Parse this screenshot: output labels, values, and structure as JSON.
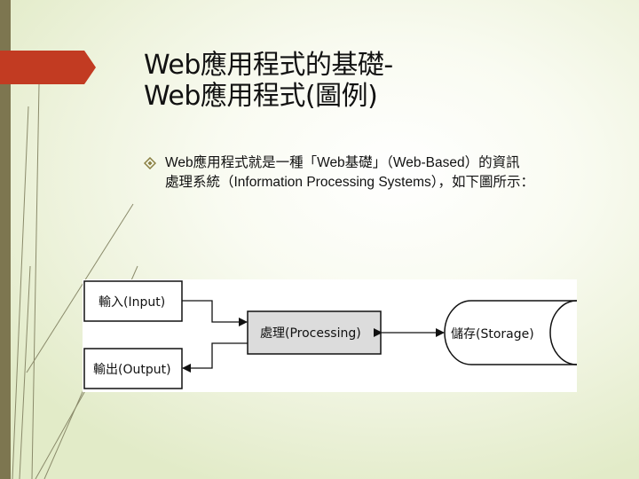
{
  "slide": {
    "title_line1": "Web應用程式的基礎-",
    "title_line2": "Web應用程式(圖例)",
    "bullet_line1": "Web應用程式就是一種「Web基礎」（Web-Based）的資訊",
    "bullet_line2": "處理系統（Information Processing Systems），如下圖所示："
  },
  "diagram": {
    "input_label": "輸入(Input)",
    "output_label": "輸出(Output)",
    "processing_label": "處理(Processing)",
    "storage_label": "儲存(Storage)"
  },
  "theme": {
    "accent_red": "#c23b22",
    "side_bar": "#7d7650",
    "background": "#eef3dd"
  },
  "icons": {
    "bullet": "diamond-bullet-icon"
  }
}
